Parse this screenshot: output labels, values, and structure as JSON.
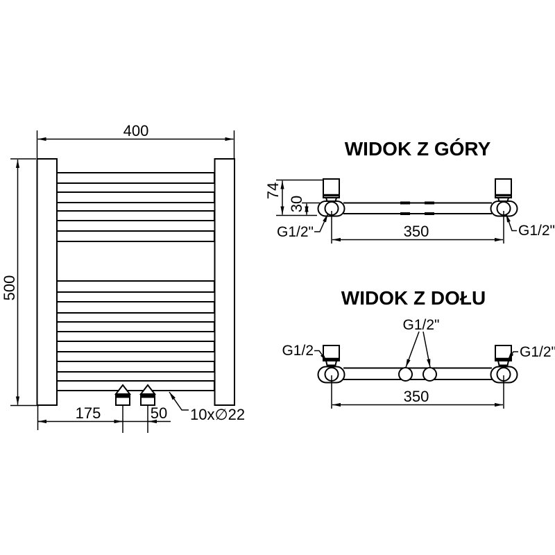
{
  "drawing": {
    "background": "#ffffff",
    "line_color": "#000000"
  },
  "front_view": {
    "dim_width": "400",
    "dim_height": "500",
    "dim_valve_offset": "175",
    "dim_valve_spacing": "50",
    "tube_spec": "10x∅22",
    "tubes": {
      "count": 10,
      "rows": [
        [
          249,
          264
        ],
        [
          277,
          292
        ],
        [
          304,
          318
        ],
        [
          333,
          348
        ],
        [
          405,
          421
        ],
        [
          435,
          451
        ],
        [
          464,
          478
        ],
        [
          492,
          507
        ],
        [
          521,
          536
        ],
        [
          549,
          563
        ]
      ]
    }
  },
  "top_view": {
    "title": "WIDOK Z GÓRY",
    "dim_depth_total": "74",
    "dim_depth_tube": "30",
    "dim_connections": "350",
    "label_left_connection": "G1/2\"",
    "label_right_connection": "G1/2\""
  },
  "bottom_view": {
    "title": "WIDOK Z DOŁU",
    "label_center_connections": "G1/2\"",
    "label_left_connection": "G1/2",
    "label_right_connection": "G1/2\"",
    "dim_connections": "350"
  }
}
